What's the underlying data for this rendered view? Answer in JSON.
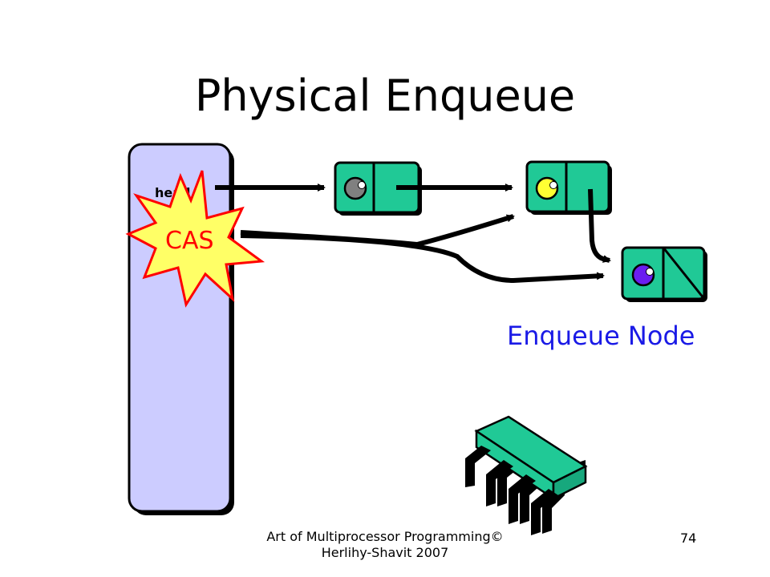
{
  "slide": {
    "title": "Physical Enqueue",
    "footer": "Art of Multiprocessor Programming© Herlihy-Shavit 2007",
    "page_number": "74"
  },
  "diagram": {
    "head_label": "head",
    "cas_label": "CAS",
    "enqueue_label": "Enqueue Node"
  },
  "colors": {
    "node_fill": "#20c996",
    "queue_fill": "#ccccff",
    "cas_fill": "#ffff66",
    "cas_stroke": "#ff0000",
    "enqueue_text": "#1a1ae6",
    "item_gray": "#808080",
    "item_yellow": "#ffff33",
    "item_purple": "#6a1ef0"
  }
}
